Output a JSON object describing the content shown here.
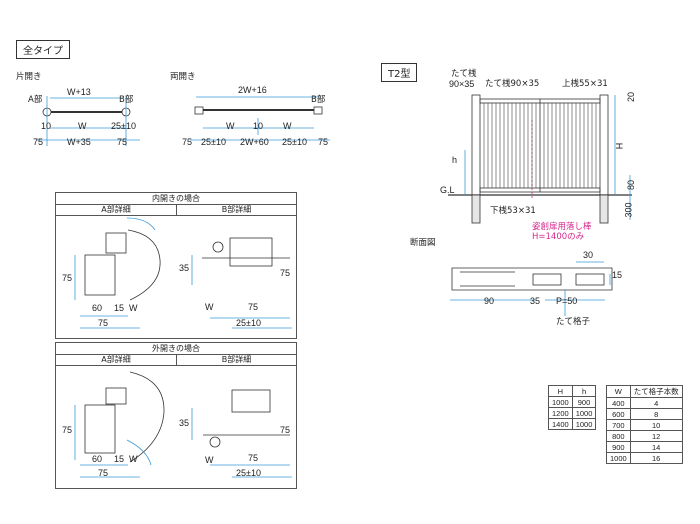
{
  "badges": {
    "all_types": "全タイプ",
    "t2": "T2型"
  },
  "single": {
    "title": "片開き",
    "a": "A部",
    "b": "B部",
    "top": "W+13",
    "d10": "10",
    "w": "W",
    "tol": "25±10",
    "l75": "75",
    "bottom": "W+35",
    "r75": "75"
  },
  "double": {
    "title": "両開き",
    "b": "B部",
    "top": "2W+16",
    "w1": "W",
    "c10": "10",
    "w2": "W",
    "l75": "75",
    "tol1": "25±10",
    "mid": "2W+60",
    "tol2": "25±10",
    "r75": "75"
  },
  "inward": {
    "title": "内開きの場合",
    "a_hdr": "A部詳細",
    "b_hdr": "B部詳細",
    "a75": "75",
    "a60": "60",
    "a15": "15",
    "aw": "W",
    "a75b": "75",
    "b35": "35",
    "bw": "W",
    "b75": "75",
    "b75b": "75",
    "btol": "25±10"
  },
  "outward": {
    "title": "外開きの場合",
    "a_hdr": "A部詳細",
    "b_hdr": "B部詳細",
    "a75": "75",
    "a60": "60",
    "a15": "15",
    "aw": "W",
    "a75b": "75",
    "b35": "35",
    "bw": "W",
    "b75": "75",
    "b75b": "75",
    "btol": "25±10"
  },
  "elevation": {
    "post1": "たて桟",
    "post1_size": "90×35",
    "post2": "たて桟90×35",
    "top_rail": "上桟55×31",
    "d20": "20",
    "H": "H",
    "h": "h",
    "gl": "G.L",
    "d80": "80",
    "d300": "300",
    "bottom_rail": "下桟53×31",
    "drop_rod": "姿創扉用落し棒",
    "drop_rod_h": "H=1400のみ"
  },
  "section": {
    "title": "断面図",
    "d30": "30",
    "d15": "15",
    "d90": "90",
    "d35": "35",
    "pitch": "P=50",
    "bar": "たて格子"
  },
  "table_hh": {
    "headers": [
      "H",
      "h"
    ],
    "rows": [
      [
        "1000",
        "900"
      ],
      [
        "1200",
        "1000"
      ],
      [
        "1400",
        "1000"
      ]
    ]
  },
  "table_w": {
    "headers": [
      "W",
      "たて格子本数"
    ],
    "rows": [
      [
        "400",
        "4"
      ],
      [
        "600",
        "8"
      ],
      [
        "700",
        "10"
      ],
      [
        "800",
        "12"
      ],
      [
        "900",
        "14"
      ],
      [
        "1000",
        "16"
      ]
    ]
  }
}
